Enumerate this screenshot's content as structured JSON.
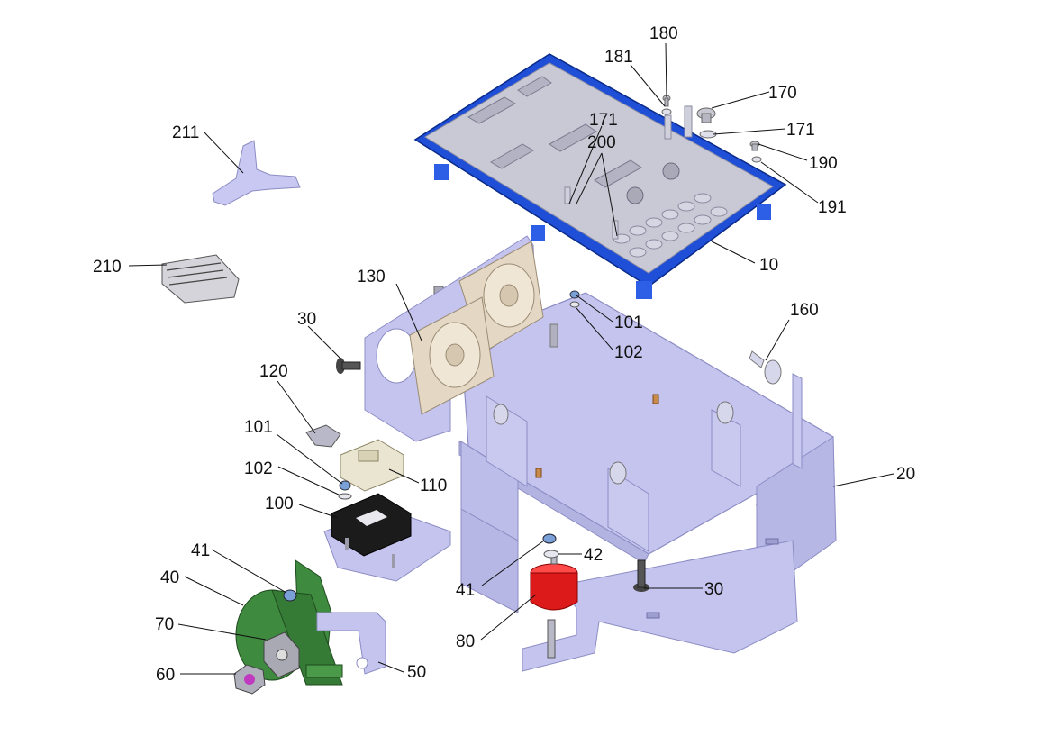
{
  "diagram": {
    "callouts": {
      "c10": "10",
      "c20": "20",
      "c30a": "30",
      "c30b": "30",
      "c40": "40",
      "c41a": "41",
      "c41b": "41",
      "c42": "42",
      "c50": "50",
      "c60": "60",
      "c70": "70",
      "c80": "80",
      "c100": "100",
      "c101a": "101",
      "c101b": "101",
      "c102a": "102",
      "c102b": "102",
      "c110": "110",
      "c120": "120",
      "c130": "130",
      "c160": "160",
      "c170": "170",
      "c171a": "171",
      "c171b": "171",
      "c180": "180",
      "c181": "181",
      "c190": "190",
      "c191": "191",
      "c200": "200",
      "c210": "210",
      "c211": "211"
    },
    "colors": {
      "board": "#c9c9d6",
      "board_frame": "#1f4fd6",
      "plate": "#c4c4ee",
      "plate_edge": "#8c8cc4",
      "fan": "#e4d8c4",
      "bracket": "#101010",
      "solenoid": "#3e8a3e",
      "rubber_mount": "#dd1a1a"
    }
  }
}
